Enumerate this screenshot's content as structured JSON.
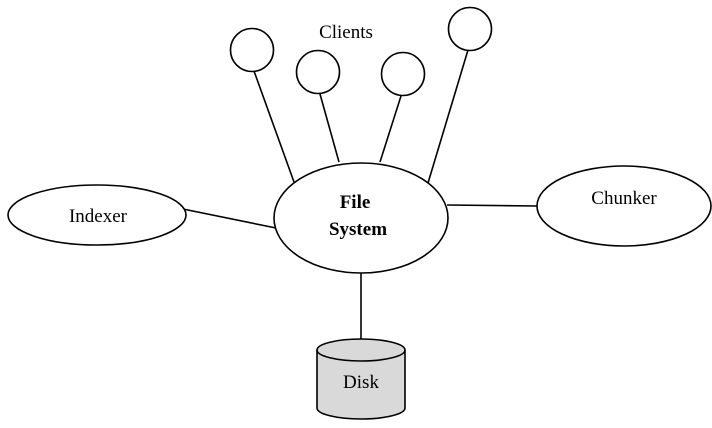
{
  "diagram": {
    "clients_label": "Clients",
    "file_system": {
      "line1": "File",
      "line2": "System"
    },
    "indexer_label": "Indexer",
    "chunker_label": "Chunker",
    "disk_label": "Disk"
  },
  "colors": {
    "stroke": "#000000",
    "disk_fill": "#d9d9d9",
    "background": "#ffffff"
  }
}
